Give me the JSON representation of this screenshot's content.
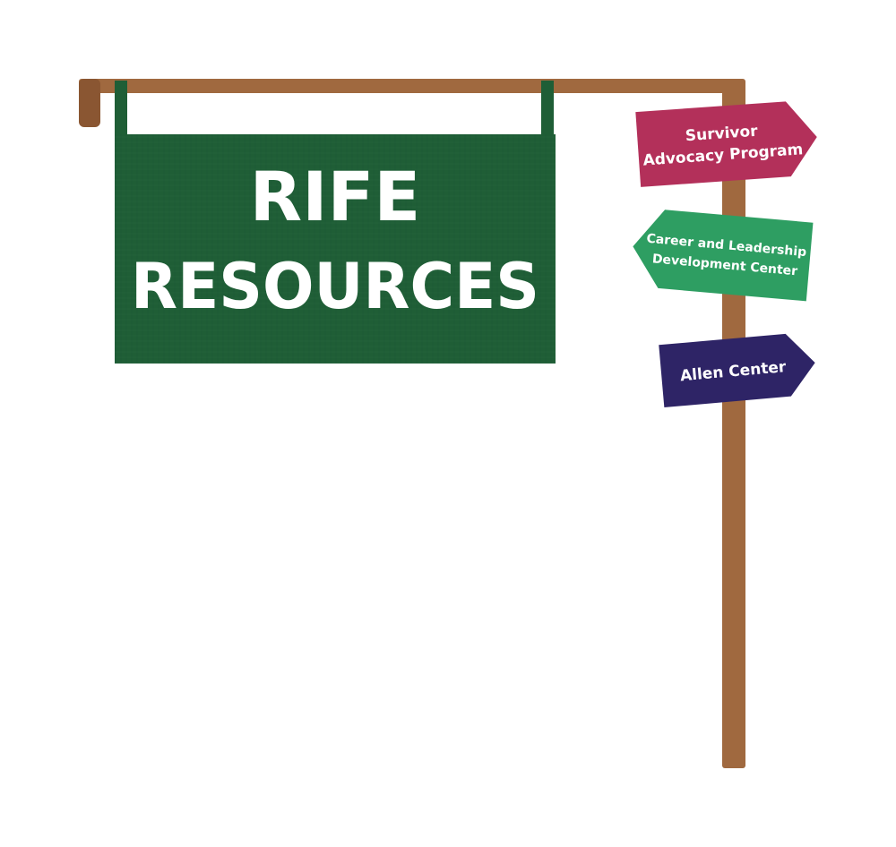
{
  "main_sign": {
    "line1": "RIFE",
    "line2": "RESOURCES"
  },
  "arrows": [
    {
      "id": "survivor",
      "lines": [
        "Survivor",
        "Advocacy Program"
      ],
      "color": "#b3305a",
      "direction": "right"
    },
    {
      "id": "career",
      "lines": [
        "Career and Leadership",
        "Development Center"
      ],
      "color": "#2e9e62",
      "direction": "left"
    },
    {
      "id": "allen",
      "lines": [
        "Allen Center"
      ],
      "color": "#2e2466",
      "direction": "right"
    }
  ],
  "colors": {
    "sign_green": "#1f5e36",
    "wood": "#a0693f",
    "background": "#ffffff"
  }
}
